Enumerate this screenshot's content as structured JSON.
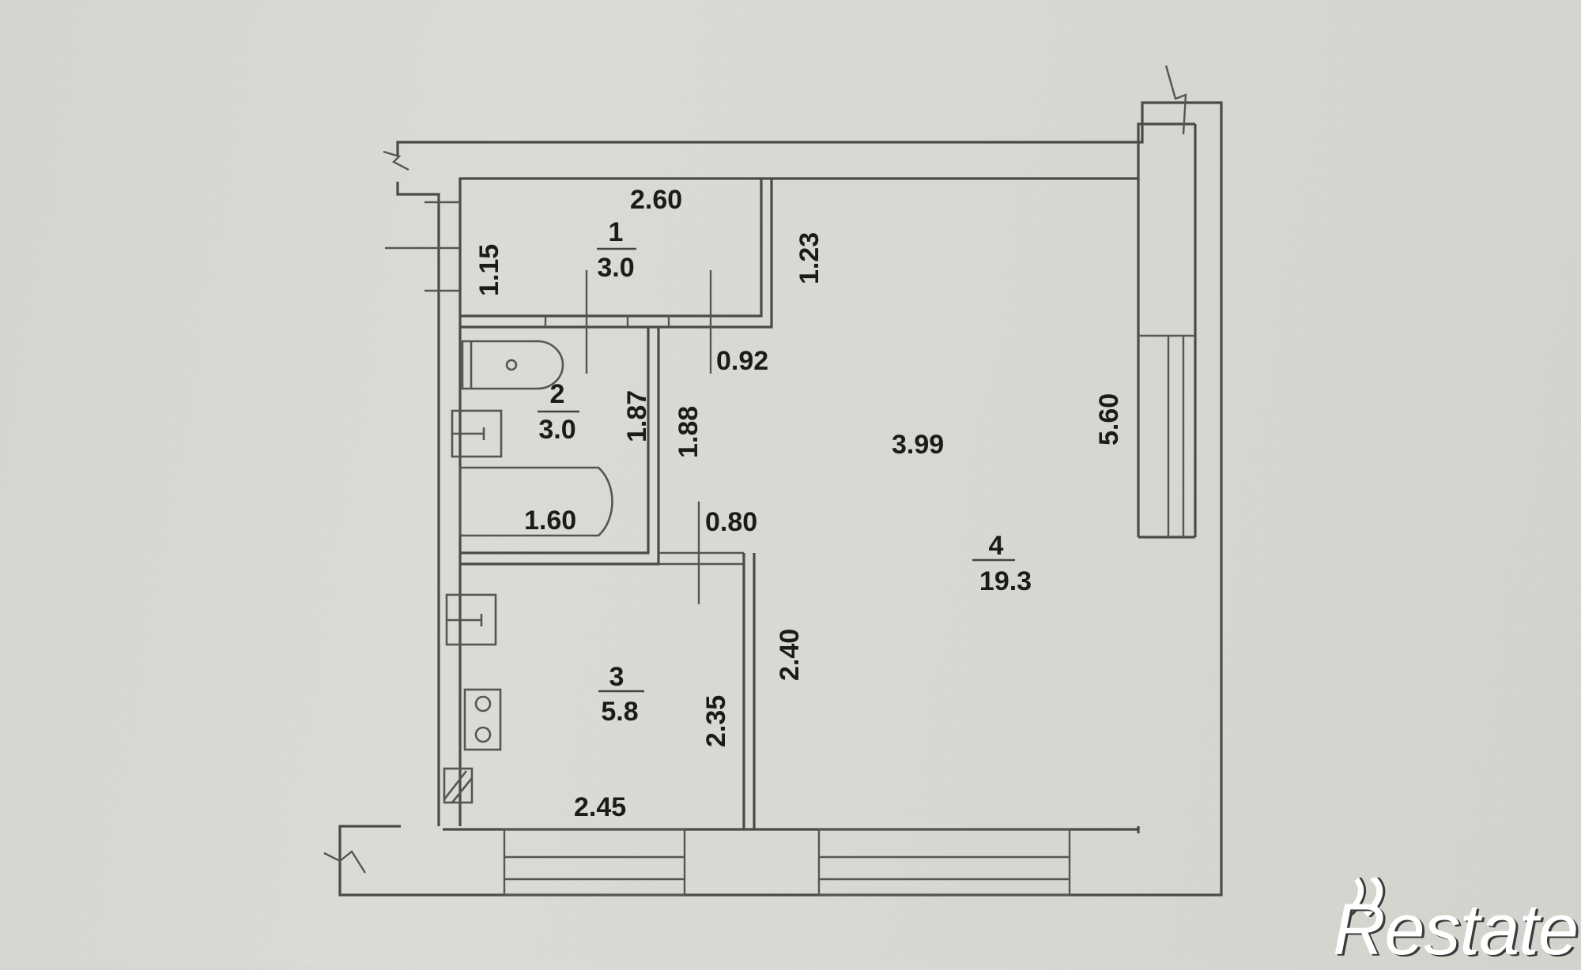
{
  "document": {
    "type": "apartment floor plan",
    "watermark": "Restate"
  },
  "rooms": [
    {
      "number": "1",
      "area": "3.0"
    },
    {
      "number": "2",
      "area": "3.0"
    },
    {
      "number": "3",
      "area": "5.8"
    },
    {
      "number": "4",
      "area": "19.3"
    }
  ],
  "dimensions": {
    "room1_width": "2.60",
    "room1_height_left": "1.15",
    "room1_height_right": "1.23",
    "corridor_width_top": "0.92",
    "bath_height": "1.87",
    "corridor_height": "1.88",
    "bathtub_length": "1.60",
    "corridor_width_bottom": "0.80",
    "living_width": "3.99",
    "living_height": "5.60",
    "kitchen_partition_height": "2.40",
    "kitchen_height": "2.35",
    "kitchen_width": "2.45"
  },
  "fixtures": [
    "toilet",
    "bathroom-sink",
    "bathtub",
    "kitchen-sink",
    "stove",
    "ventilation-shaft"
  ],
  "windows": [
    "kitchen-window",
    "living-room-window",
    "balcony-window"
  ],
  "colors": {
    "paper": "#d8d6d1",
    "line": "#4a4a48",
    "text": "#1b1b1b",
    "watermark": "#ffffff"
  }
}
